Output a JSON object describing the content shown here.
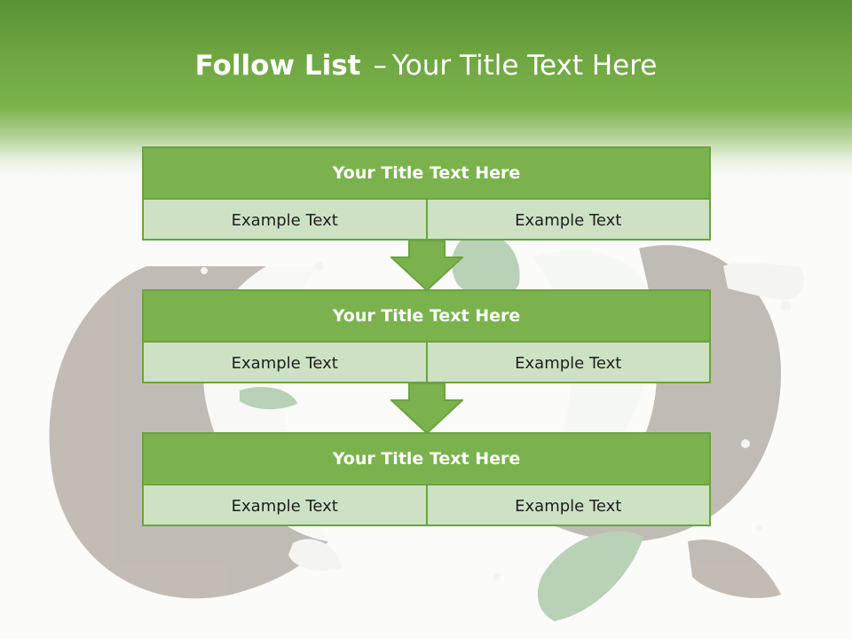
{
  "slide": {
    "title_bold": "Follow List",
    "title_dash": "–",
    "title_rest": "Your Title Text Here"
  },
  "blocks": [
    {
      "title": "Your Title Text Here",
      "cells": [
        "Example Text",
        "Example Text"
      ]
    },
    {
      "title": "Your Title Text Here",
      "cells": [
        "Example Text",
        "Example Text"
      ]
    },
    {
      "title": "Your Title Text Here",
      "cells": [
        "Example Text",
        "Example Text"
      ]
    }
  ],
  "colors": {
    "header_green": "#6ea541",
    "block_title_green": "#7bb24d",
    "block_body": "#cde2c5",
    "border_green": "#6aa33f",
    "arrow_green": "#7bb24d"
  }
}
